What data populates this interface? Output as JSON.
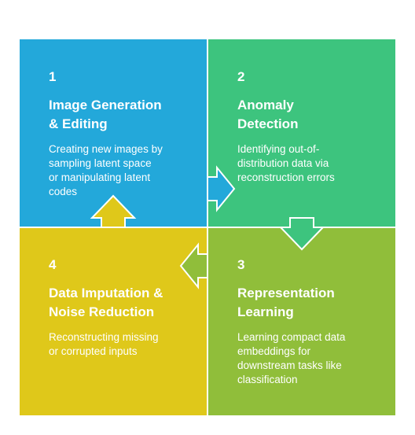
{
  "colors": {
    "q1": "#23a8da",
    "q2": "#3dc47e",
    "q3": "#90be3a",
    "q4": "#dfc81a",
    "divider": "#ffffff",
    "text": "#ffffff"
  },
  "quadrants": [
    {
      "number": "1",
      "title": "Image Generation\n& Editing",
      "description": "Creating new images by\nsampling latent space\nor manipulating latent\ncodes"
    },
    {
      "number": "2",
      "title": "Anomaly\nDetection",
      "description": "Identifying out-of-\ndistribution data via\nreconstruction errors"
    },
    {
      "number": "3",
      "title": "Representation\nLearning",
      "description": "Learning compact data\nembeddings for\ndownstream tasks like\nclassification"
    },
    {
      "number": "4",
      "title": "Data Imputation &\nNoise Reduction",
      "description": "Reconstructing missing\nor corrupted inputs"
    }
  ]
}
